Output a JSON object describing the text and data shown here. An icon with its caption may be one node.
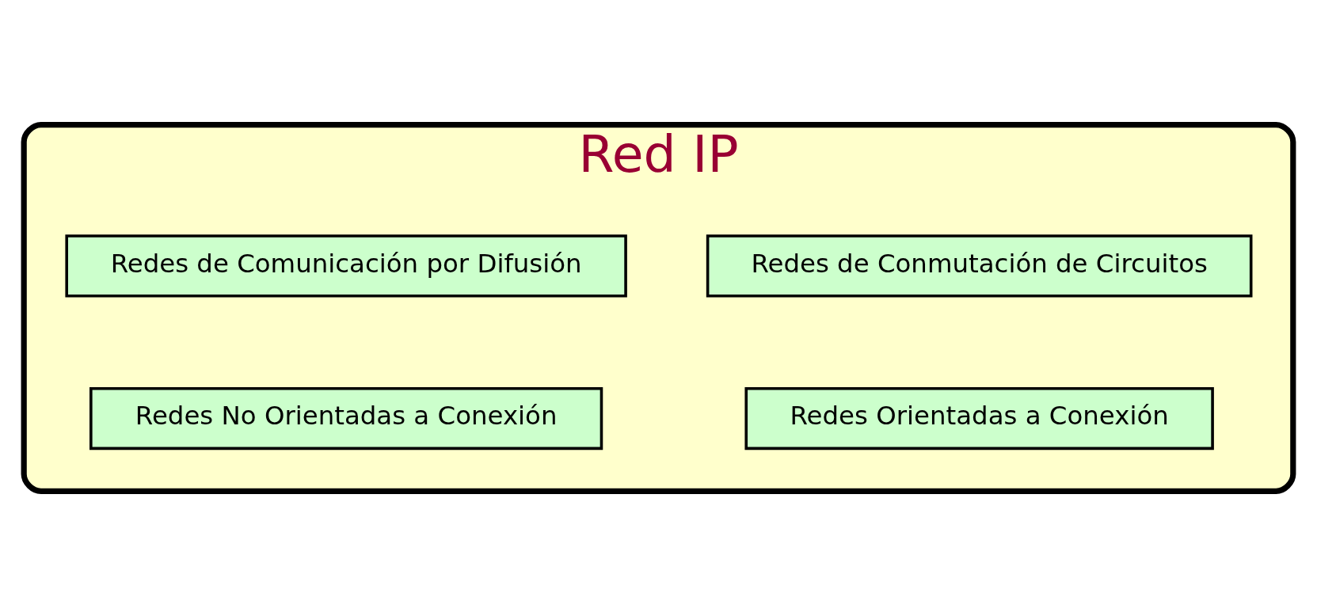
{
  "diagram": {
    "nodes": [
      {
        "text": [
          "Red IP"
        ]
      },
      {
        "text": [
          "Redes de Conmutación de Circuitos"
        ],
        "in": 0
      },
      {
        "text": [
          "Redes de Comunicación por Difusión"
        ],
        "in": 0
      },
      {
        "text": [
          "Redes Orientadas a Conexión"
        ],
        "in": 0
      },
      {
        "text": [
          "Redes No Orientadas a Conexión"
        ],
        "in": 0
      }
    ]
  }
}
